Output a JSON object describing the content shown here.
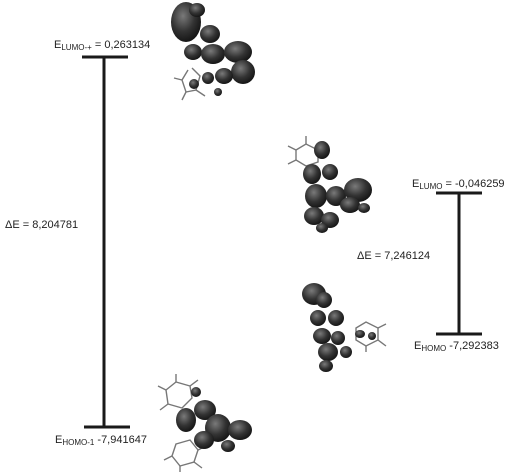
{
  "left_diagram": {
    "top_level": {
      "symbol": "E",
      "subscript": "LUMO-+",
      "value": "= 0,263134"
    },
    "bottom_level": {
      "symbol": "E",
      "subscript": "HOMO-1",
      "value": "-7,941647"
    },
    "gap_label": "ΔE = 8,204781"
  },
  "right_diagram": {
    "top_level": {
      "symbol": "E",
      "subscript": "LUMO",
      "value": "= -0,046259"
    },
    "bottom_level": {
      "symbol": "E",
      "subscript": "HOMO",
      "value": "-7,292383"
    },
    "gap_label": "ΔE = 7,246124"
  },
  "colors": {
    "line": "#1a1a1a",
    "orbital_dark": "#2a2a2a",
    "orbital_light": "#6a6a6a",
    "bond": "#777777"
  }
}
